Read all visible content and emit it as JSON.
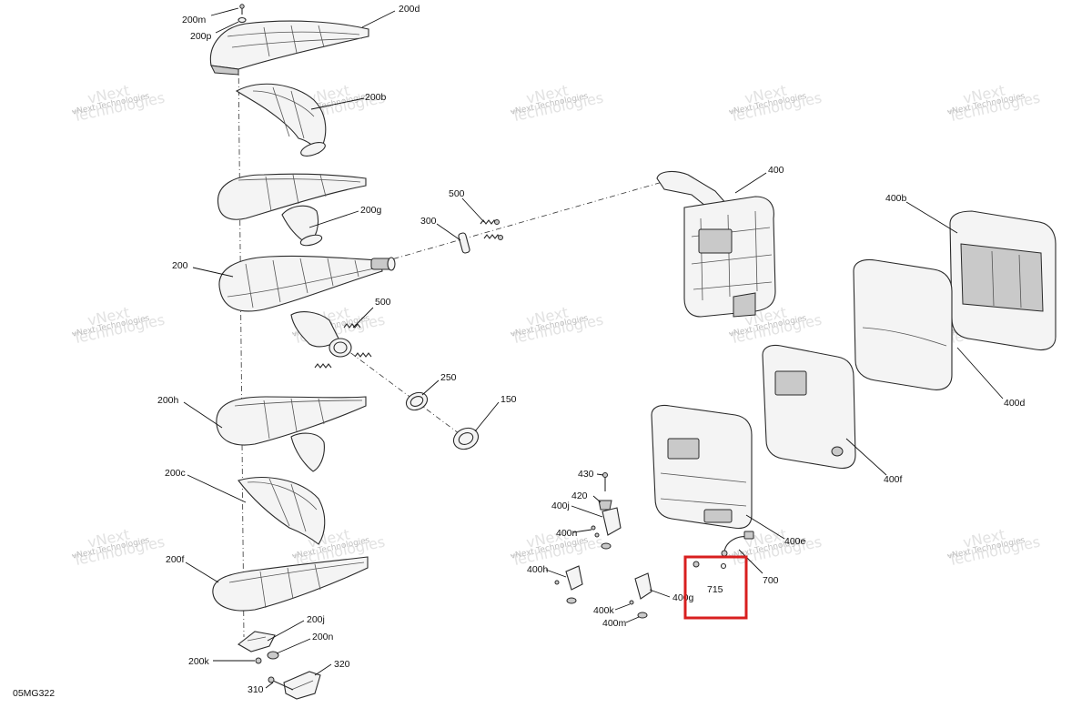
{
  "diagram_ref": "05MG322",
  "watermark": {
    "line1": "vNext",
    "line2": "Technologies",
    "line3": "vNext Technologies"
  },
  "callouts": {
    "c200m": "200m",
    "c200p": "200p",
    "c200d": "200d",
    "c200b": "200b",
    "c200g": "200g",
    "c200": "200",
    "c200h": "200h",
    "c200c": "200c",
    "c200f": "200f",
    "c200j": "200j",
    "c200n": "200n",
    "c200k": "200k",
    "c310": "310",
    "c320": "320",
    "c500a": "500",
    "c300": "300",
    "c500b": "500",
    "c250": "250",
    "c150": "150",
    "c400": "400",
    "c400b": "400b",
    "c400d": "400d",
    "c400f": "400f",
    "c400e": "400e",
    "c700": "700",
    "c715": "715",
    "c430": "430",
    "c420": "420",
    "c400j": "400j",
    "c400n": "400n",
    "c400h": "400h",
    "c400g": "400g",
    "c400k": "400k",
    "c400m": "400m"
  },
  "highlight": {
    "color": "#d81f1f",
    "part": "715"
  }
}
